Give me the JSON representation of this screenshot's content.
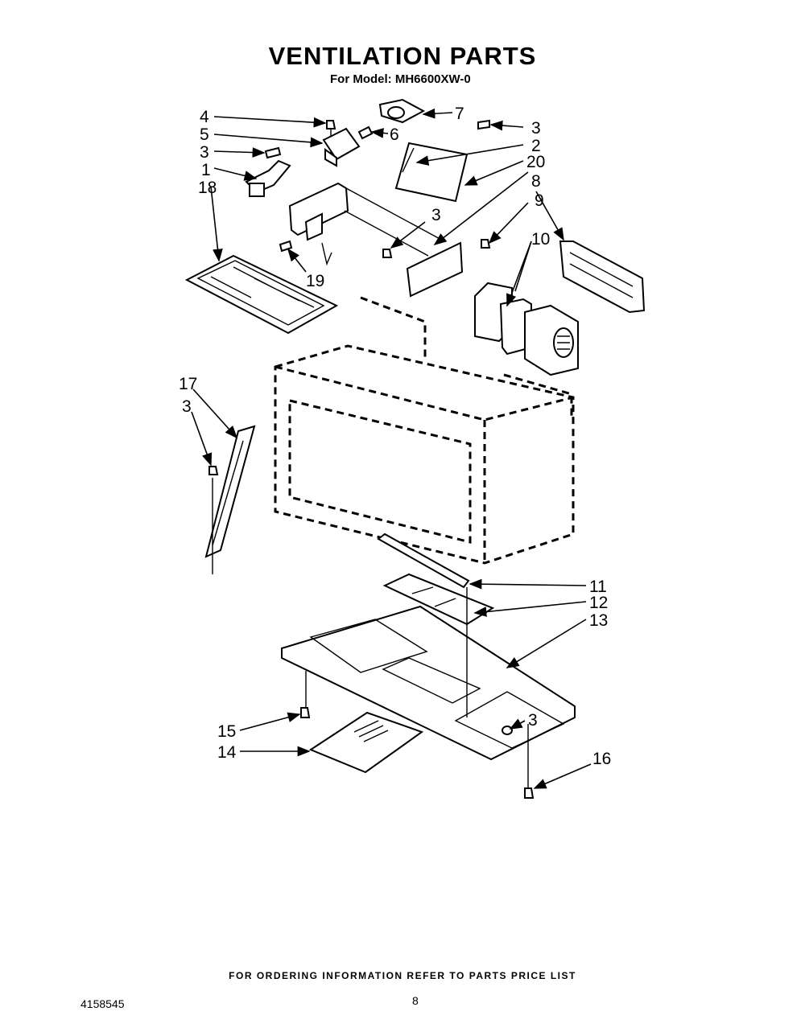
{
  "title": "VENTILATION PARTS",
  "subtitle": "For Model: MH6600XW-0",
  "footer": "FOR ORDERING INFORMATION REFER TO PARTS PRICE LIST",
  "doc_number": "4158545",
  "page_number": "8",
  "callouts": [
    "4",
    "5",
    "3",
    "1",
    "18",
    "6",
    "7",
    "3",
    "2",
    "20",
    "8",
    "3",
    "19",
    "9",
    "10",
    "17",
    "3",
    "11",
    "12",
    "13",
    "15",
    "14",
    "3",
    "16"
  ]
}
